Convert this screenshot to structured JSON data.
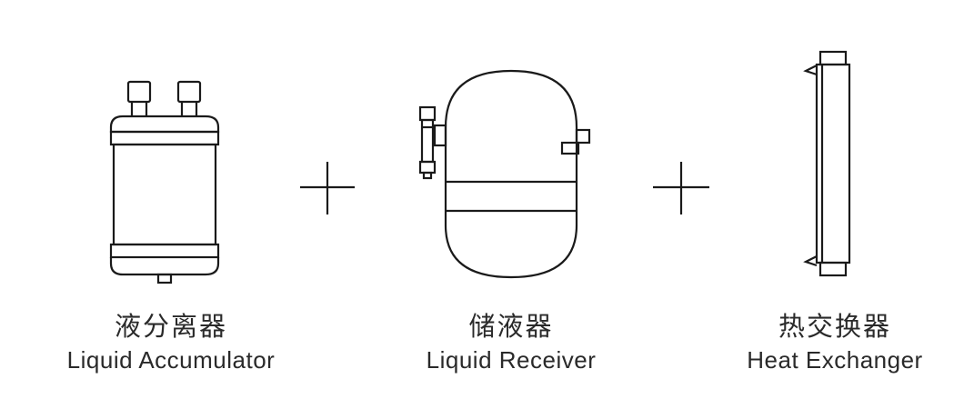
{
  "components": [
    {
      "name_cn": "液分离器",
      "name_en": "Liquid Accumulator"
    },
    {
      "name_cn": "储液器",
      "name_en": "Liquid Receiver"
    },
    {
      "name_cn": "热交换器",
      "name_en": "Heat Exchanger"
    }
  ],
  "operator": "+",
  "colors": {
    "line": "#1a1a1a",
    "text": "#2a2a2a"
  }
}
